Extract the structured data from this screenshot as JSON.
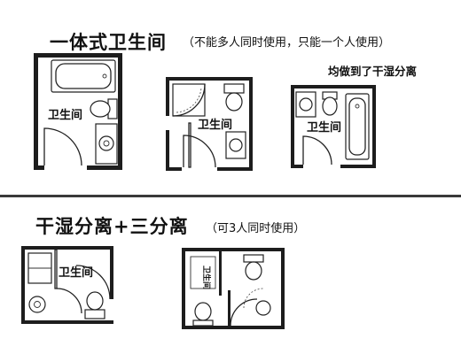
{
  "section1": {
    "title": "一体式卫生间",
    "note": "（不能多人同时使用，只能一个人使用）",
    "side_note": "均做到了干湿分离"
  },
  "section2": {
    "title": "干湿分离+三分离",
    "note": "（可3人同时使用）"
  },
  "plans": {
    "p1_label": "卫生间",
    "p2_label": "卫生间",
    "p3_label": "卫生间",
    "p4_label": "卫生间",
    "p5_label": "卫生间"
  }
}
